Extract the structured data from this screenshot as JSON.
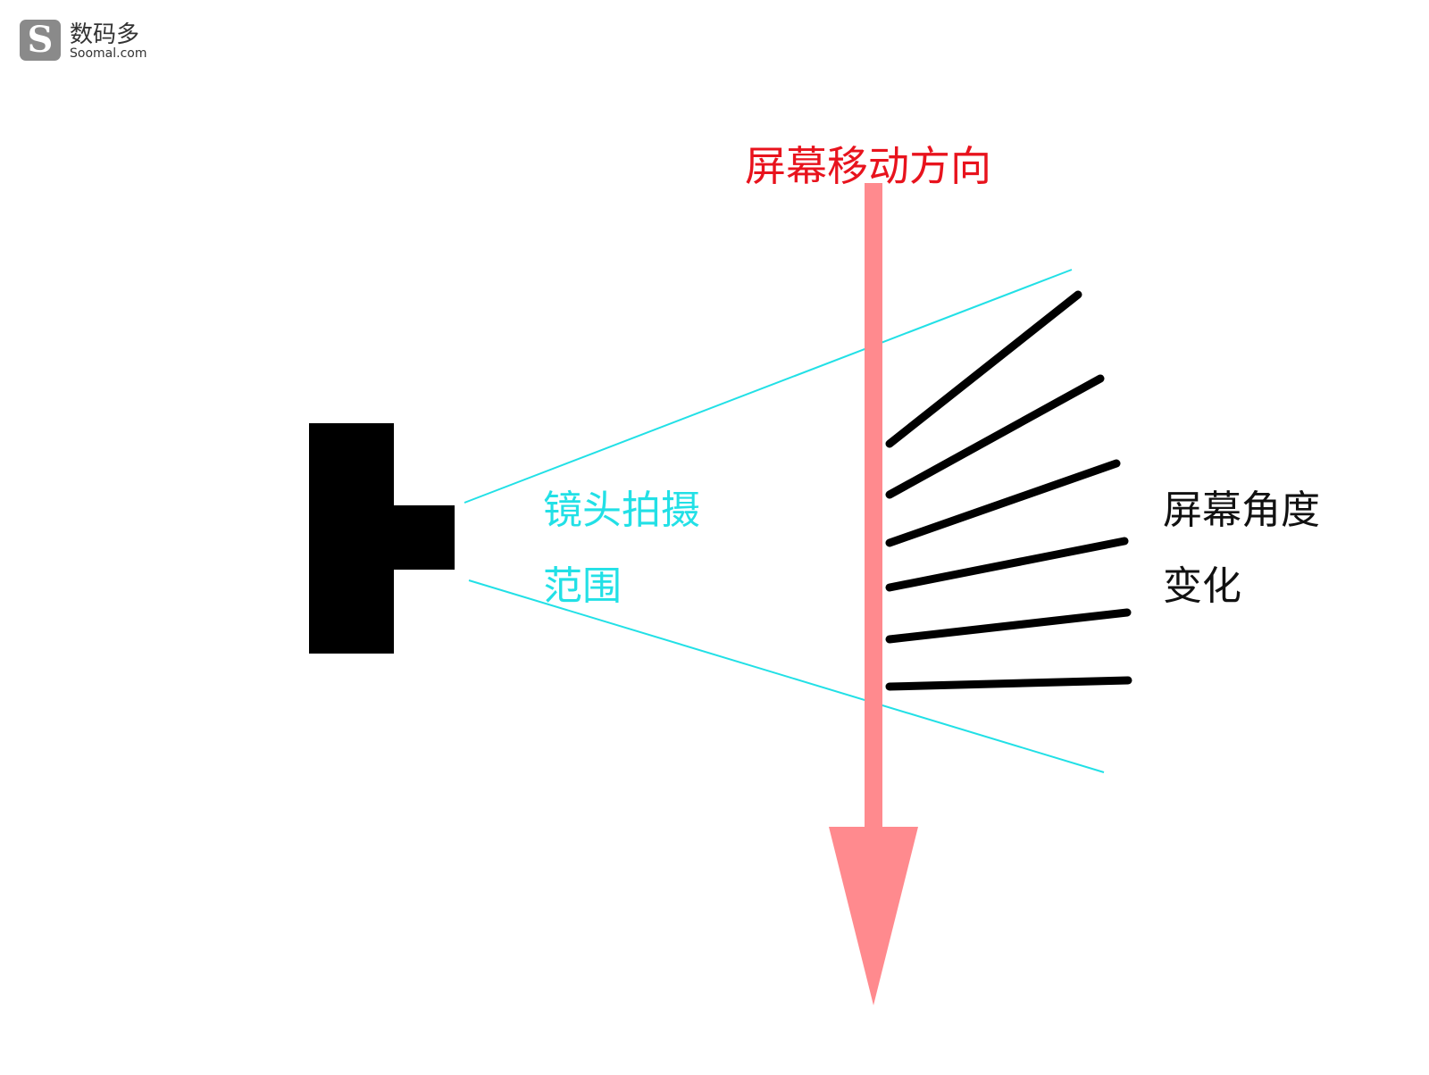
{
  "logo": {
    "chinese_text": "数码多",
    "english_text": "Soomal.com",
    "letter": "S"
  },
  "labels": {
    "screen_move_direction": "屏幕移动方向",
    "lens_range_line1": "镜头拍摄",
    "lens_range_line2": "范围",
    "screen_angle_line1": "屏幕角度",
    "screen_angle_line2": "变化"
  },
  "colors": {
    "arrow": "#ff8a8e",
    "title_text": "#e8131d",
    "lens_range": "#22e0e6",
    "camera": "#000000",
    "screen_lines": "#000000",
    "angle_text": "#111111",
    "logo": "#8a8a8a"
  },
  "icons": {
    "camera": "camera-icon",
    "logo": "soomal-logo-icon"
  }
}
